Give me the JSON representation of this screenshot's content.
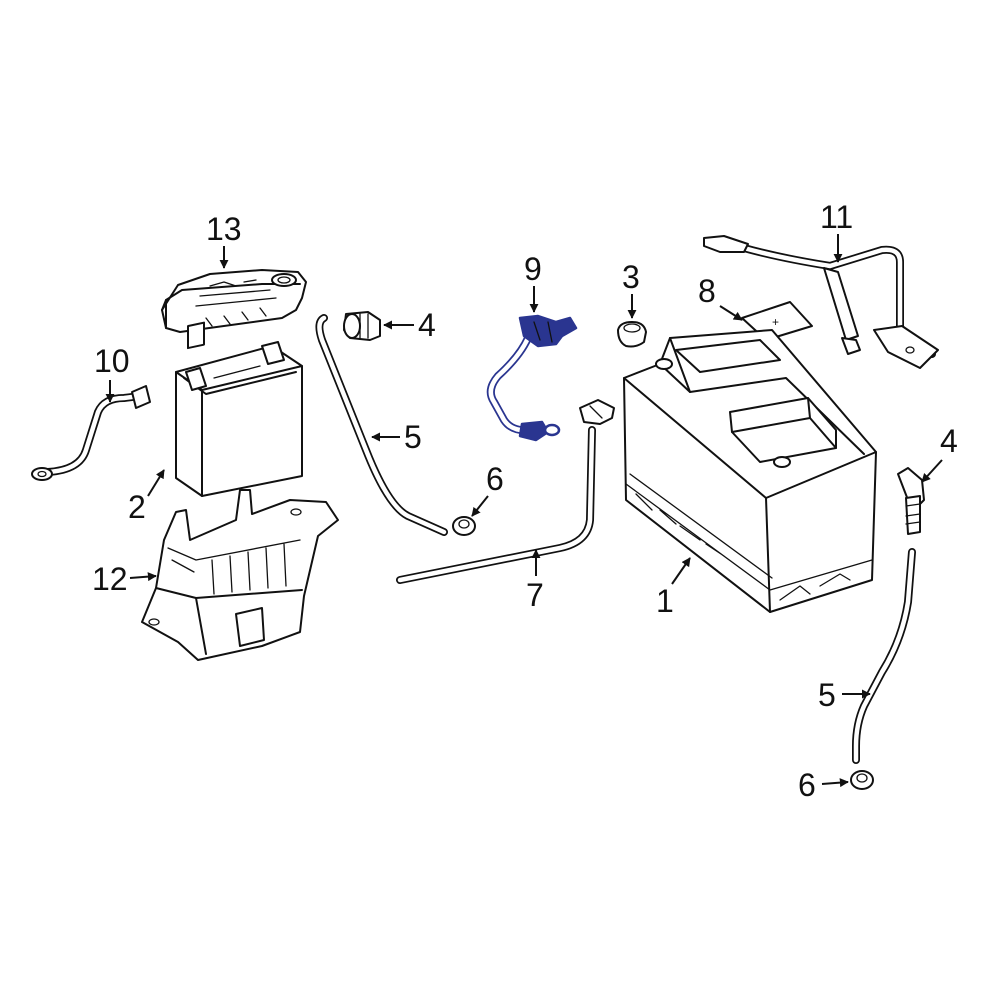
{
  "highlight_color": "#2a3590",
  "callouts": {
    "c1": "1",
    "c2": "2",
    "c3": "3",
    "c4a": "4",
    "c4b": "4",
    "c5a": "5",
    "c5b": "5",
    "c6a": "6",
    "c6b": "6",
    "c7": "7",
    "c8": "8",
    "c9": "9",
    "c10": "10",
    "c11": "11",
    "c12": "12",
    "c13": "13"
  },
  "battery_terminal_mark": "+"
}
